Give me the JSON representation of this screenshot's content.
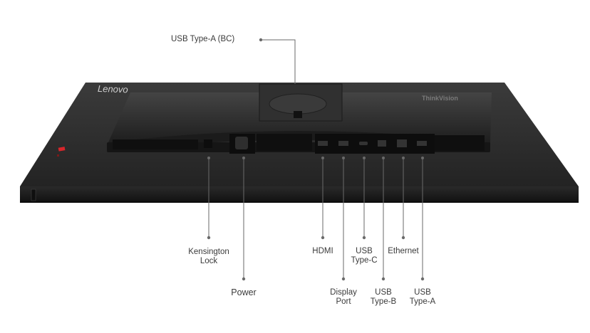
{
  "product": {
    "brand_logo": "Lenovo",
    "series_logo": "ThinkVision"
  },
  "callouts": {
    "usb_a_bc": "USB Type-A (BC)",
    "kensington": [
      "Kensington",
      "Lock"
    ],
    "power": "Power",
    "hdmi": "HDMI",
    "displayport": [
      "Display",
      "Port"
    ],
    "usb_c": [
      "USB",
      "Type-C"
    ],
    "usb_b": [
      "USB",
      "Type-B"
    ],
    "ethernet": "Ethernet",
    "usb_a": [
      "USB",
      "Type-A"
    ]
  },
  "colors": {
    "monitor_body": "#2b2b2b",
    "monitor_edge": "#1a1a1a",
    "accent_red": "#d8262b",
    "leader_line": "#6a6a6a",
    "label_text": "#3a3a3a"
  }
}
